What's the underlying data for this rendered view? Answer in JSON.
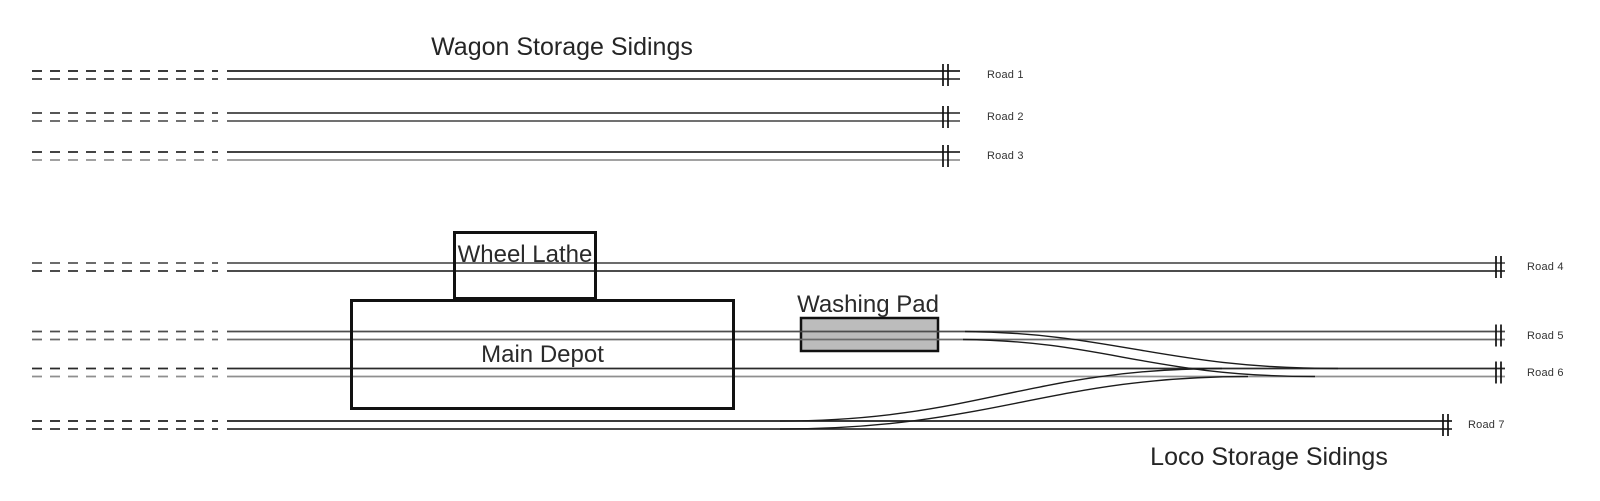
{
  "titles": {
    "wagon": "Wagon Storage Sidings",
    "loco": "Loco Storage Sidings"
  },
  "buildings": {
    "wheel_lathe": "Wheel Lathe",
    "main_depot": "Main Depot",
    "washing_pad": "Washing Pad"
  },
  "roads": [
    {
      "label": "Road 1"
    },
    {
      "label": "Road 2"
    },
    {
      "label": "Road 3"
    },
    {
      "label": "Road 4"
    },
    {
      "label": "Road 5"
    },
    {
      "label": "Road 6"
    },
    {
      "label": "Road 7"
    }
  ],
  "colors": {
    "track_dark": "#1f1f1f",
    "track_light": "#8f8f8f",
    "pad_fill": "#bcbcbc",
    "box_border": "#111111"
  }
}
